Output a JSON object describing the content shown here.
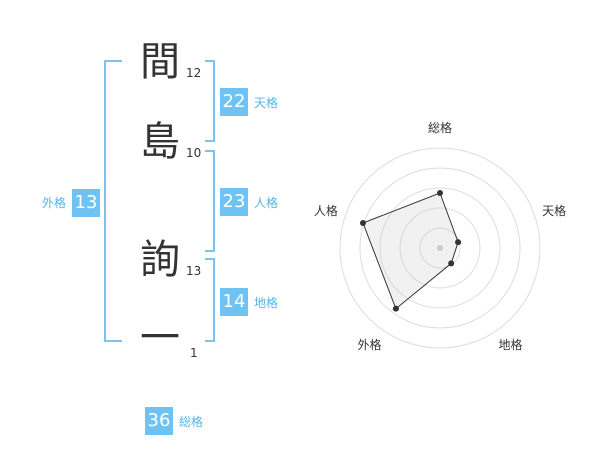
{
  "name_chars": [
    {
      "char": "間",
      "strokes": "12"
    },
    {
      "char": "島",
      "strokes": "10"
    },
    {
      "char": "詢",
      "strokes": "13"
    },
    {
      "char": "一",
      "strokes": "1"
    }
  ],
  "fortunes": {
    "tenkaku": {
      "value": "22",
      "label": "天格"
    },
    "jinkaku": {
      "value": "23",
      "label": "人格"
    },
    "chikaku": {
      "value": "14",
      "label": "地格"
    },
    "gaikaku": {
      "value": "13",
      "label": "外格"
    },
    "soukaku": {
      "value": "36",
      "label": "総格"
    }
  },
  "colors": {
    "accent": "#6fc3f2",
    "bracket": "#7cc3ef"
  },
  "chart_data": {
    "type": "radar",
    "axes": [
      "総格",
      "天格",
      "地格",
      "外格",
      "人格"
    ],
    "values": [
      0.55,
      0.19,
      0.19,
      0.75,
      0.81
    ],
    "rings": 5,
    "range": [
      0,
      1
    ]
  }
}
